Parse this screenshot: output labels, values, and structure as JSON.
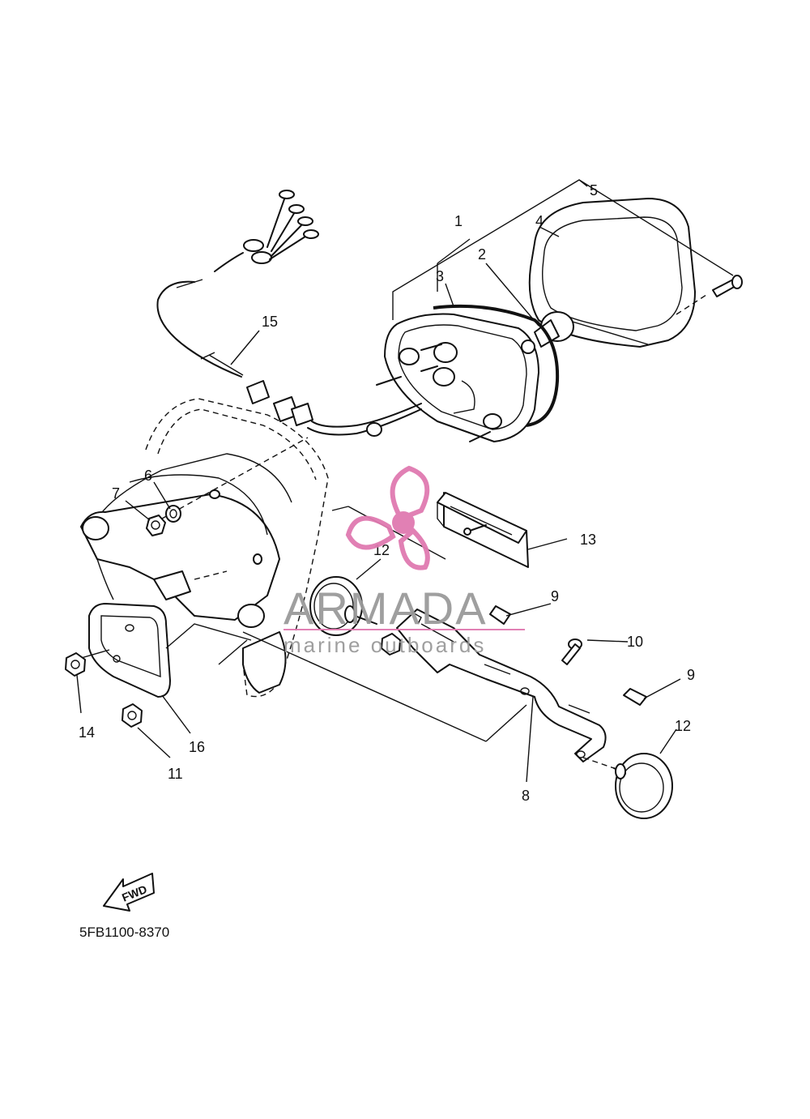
{
  "diagram": {
    "part_code": "5FB1100-8370",
    "direction_arrow_label": "FWD",
    "callouts": [
      "1",
      "2",
      "3",
      "4",
      "5",
      "6",
      "7",
      "8",
      "9",
      "9",
      "10",
      "11",
      "12",
      "12",
      "13",
      "14",
      "15",
      "16"
    ]
  },
  "watermark": {
    "brand": "ARMADA",
    "tagline": "marine outboards",
    "accent_color": "#e07ab0"
  }
}
